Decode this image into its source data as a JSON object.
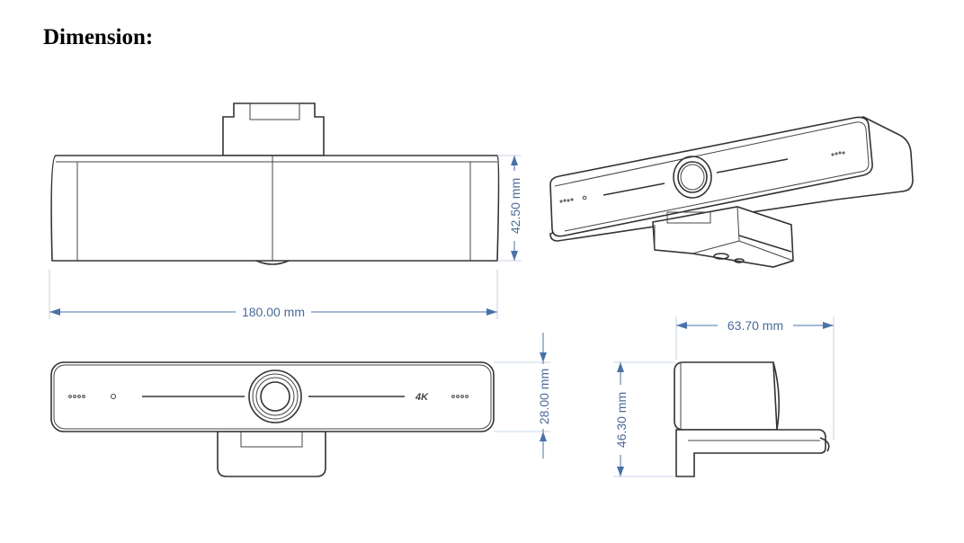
{
  "heading": "Dimension:",
  "dimensions": {
    "width": "180.00 mm",
    "top_height": "42.50 mm",
    "front_height": "28.00 mm",
    "depth": "63.70 mm",
    "side_height": "46.30 mm"
  },
  "badge": "4K",
  "colors": {
    "dimension_line": "#4a72a8",
    "drawing_line": "#333333"
  }
}
